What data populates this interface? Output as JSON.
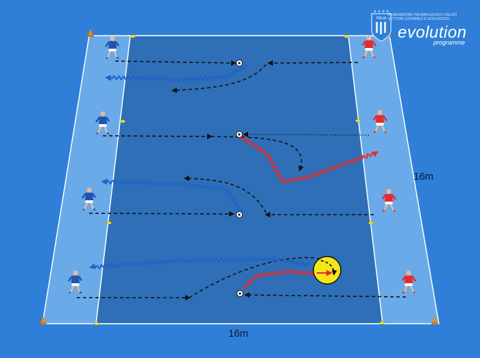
{
  "labels": {
    "width": "16m",
    "height": "16m"
  },
  "logo": {
    "shield_text": "ITALIA",
    "org_line1": "FEDERAZIONE ITALIANA GIUOCO CALCIO",
    "org_line2": "SETTORE GIOVANILE E SCOLASTICO",
    "brand": "evolution",
    "brand_sub": "programme"
  },
  "colors": {
    "background": "#2f7fd8",
    "pitch": "#2e6fb8",
    "end_zone": "#6aaae8",
    "blue_team": "#1f63c4",
    "red_team": "#e52b2b",
    "pass_line": "#111111",
    "highlight": "#f5e61a"
  }
}
